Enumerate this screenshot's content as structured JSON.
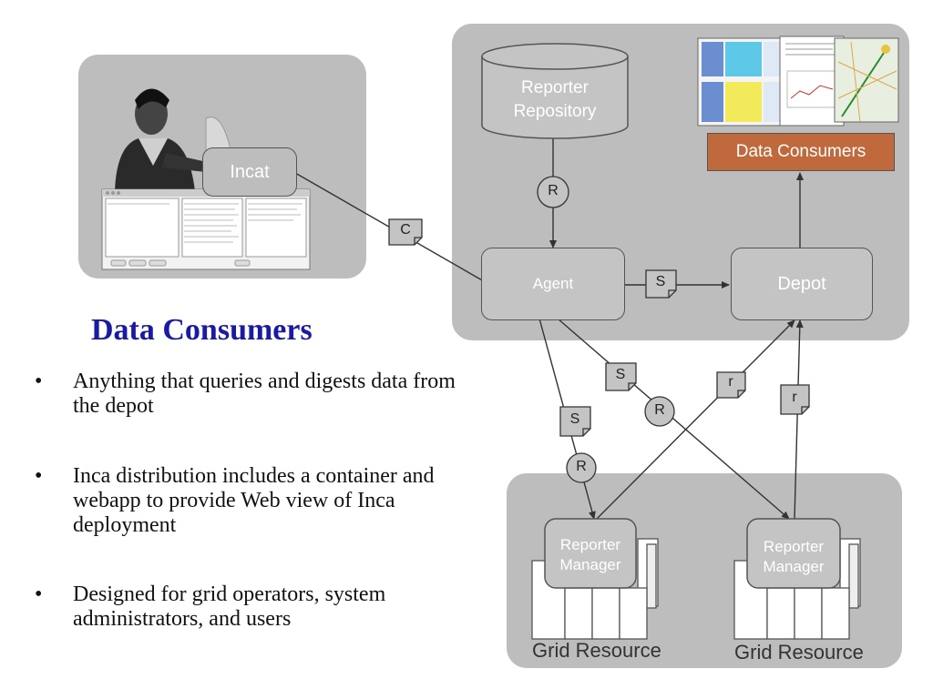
{
  "title": "Data Consumers",
  "bullets": [
    "Anything that queries and digests data from the depot",
    "Inca distribution includes a container and webapp to provide Web view of Inca deployment",
    "Designed for grid operators, system administrators, and users"
  ],
  "nodes": {
    "incat": "Incat",
    "repository_line1": "Reporter",
    "repository_line2": "Repository",
    "agent": "Agent",
    "depot": "Depot",
    "data_consumers": "Data Consumers",
    "manager_line1": "Reporter",
    "manager_line2": "Manager",
    "grid_resource": "Grid Resource"
  },
  "message_tags": {
    "c": "C",
    "s": "S",
    "r_upper": "R",
    "r_lower": "r"
  }
}
